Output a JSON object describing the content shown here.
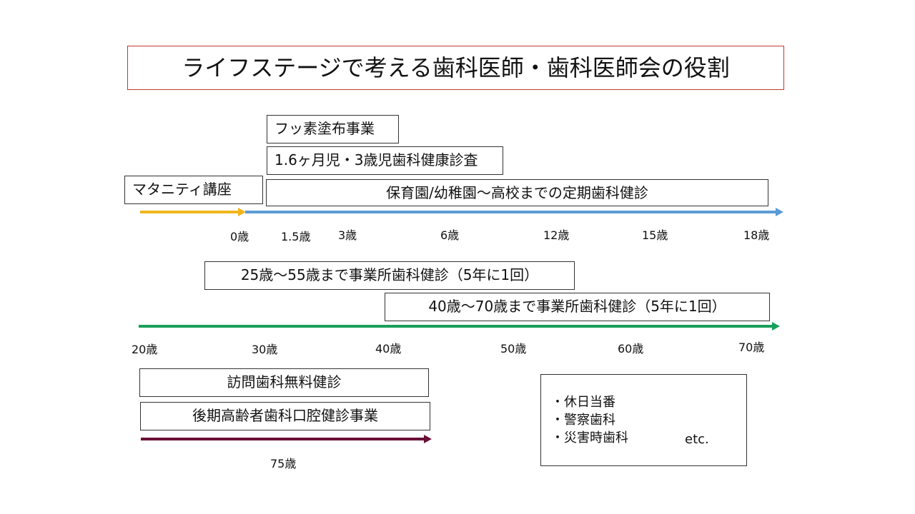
{
  "title": "ライフステージで考える歯科医師・歯科医師会の役割",
  "top_section": {
    "boxes": {
      "fluoride": "フッ素塗布事業",
      "checkup_infant": "1.6ヶ月児・3歳児歯科健康診査",
      "maternity": "マタニティ講座",
      "school_checkup": "保育園/幼稚園～高校までの定期歯科健診"
    },
    "axis_labels": [
      "0歳",
      "1.5歳",
      "3歳",
      "6歳",
      "12歳",
      "15歳",
      "18歳"
    ],
    "colors": {
      "prenatal": "#f2b51c",
      "child": "#5b9bd5"
    }
  },
  "middle_section": {
    "boxes": {
      "workplace_25_55": "25歳～55歳まで事業所歯科健診（5年に1回）",
      "workplace_40_70": "40歳～70歳まで事業所歯科健診（5年に1回）"
    },
    "axis_labels": [
      "20歳",
      "30歳",
      "40歳",
      "50歳",
      "60歳",
      "70歳"
    ],
    "colors": {
      "adult": "#18a05a"
    }
  },
  "bottom_section": {
    "boxes": {
      "home_visit": "訪問歯科無料健診",
      "late_elderly": "後期高齢者歯科口腔健診事業"
    },
    "axis_labels": [
      "75歳"
    ],
    "colors": {
      "elderly": "#6b0f37"
    }
  },
  "other_roles": {
    "items": [
      "・休日当番",
      "・警察歯科",
      "・災害時歯科"
    ],
    "etc": "etc."
  }
}
